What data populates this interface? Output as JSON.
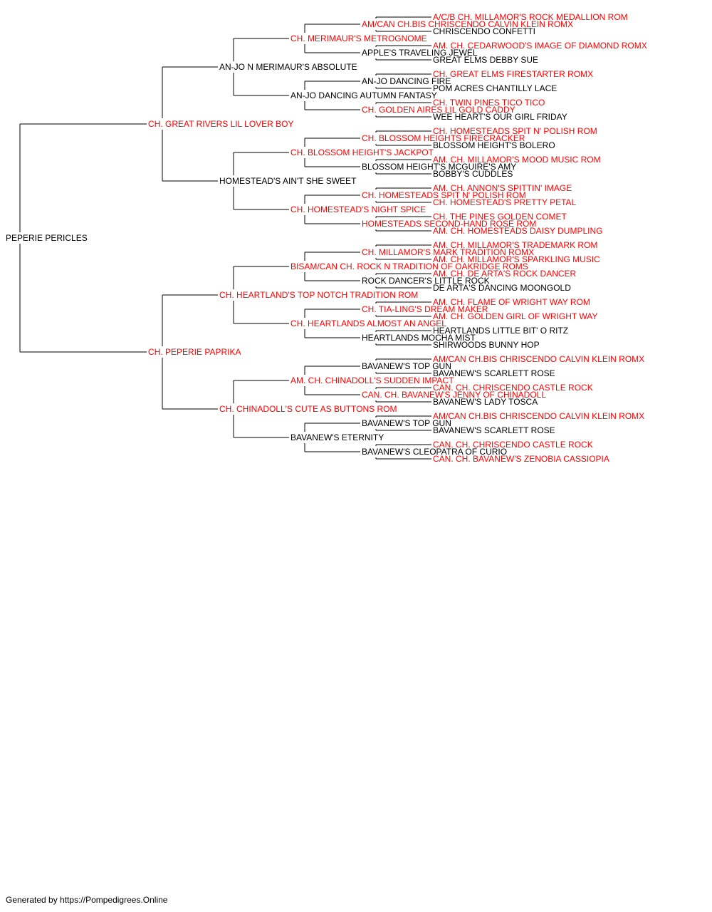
{
  "colors": {
    "champion": "#ff0000",
    "regular": "#000000",
    "line": "#000000"
  },
  "subject": {
    "name": "PEPERIE PERICLES",
    "champion": false
  },
  "pedigree": [
    {
      "name": "CH. GREAT RIVERS LIL LOVER BOY",
      "champion": true,
      "parents": [
        {
          "name": "AN-JO N MERIMAUR'S ABSOLUTE",
          "champion": false,
          "parents": [
            {
              "name": "CH. MERIMAUR'S METROGNOME",
              "champion": true,
              "parents": [
                {
                  "name": "AM/CAN CH.BIS CHRISCENDO CALVIN KLEIN ROMX",
                  "champion": true,
                  "parents": [
                    {
                      "name": "A/C/B CH. MILLAMOR'S ROCK MEDALLION ROM",
                      "champion": true
                    },
                    {
                      "name": "CHRISCENDO CONFETTI",
                      "champion": false
                    }
                  ]
                },
                {
                  "name": "APPLE'S TRAVELING JEWEL",
                  "champion": false,
                  "parents": [
                    {
                      "name": "AM. CH. CEDARWOOD'S IMAGE OF DIAMOND ROMX",
                      "champion": true
                    },
                    {
                      "name": "GREAT ELMS DEBBY SUE",
                      "champion": false
                    }
                  ]
                }
              ]
            },
            {
              "name": "AN-JO DANCING AUTUMN FANTASY",
              "champion": false,
              "parents": [
                {
                  "name": "AN-JO DANCING FIRE",
                  "champion": false,
                  "parents": [
                    {
                      "name": "CH. GREAT ELMS FIRESTARTER ROMX",
                      "champion": true
                    },
                    {
                      "name": "POM ACRES CHANTILLY LACE",
                      "champion": false
                    }
                  ]
                },
                {
                  "name": "CH. GOLDEN AIRES LIL GOLD CADDY",
                  "champion": true,
                  "parents": [
                    {
                      "name": "CH. TWIN PINES TICO TICO",
                      "champion": true
                    },
                    {
                      "name": "WEE HEART'S OUR GIRL FRIDAY",
                      "champion": false
                    }
                  ]
                }
              ]
            }
          ]
        },
        {
          "name": "HOMESTEAD'S AIN'T SHE SWEET",
          "champion": false,
          "parents": [
            {
              "name": "CH. BLOSSOM HEIGHT'S JACKPOT",
              "champion": true,
              "parents": [
                {
                  "name": "CH. BLOSSOM HEIGHTS FIRECRACKER",
                  "champion": true,
                  "parents": [
                    {
                      "name": "CH. HOMESTEADS SPIT N' POLISH ROM",
                      "champion": true
                    },
                    {
                      "name": "BLOSSOM HEIGHT'S BOLERO",
                      "champion": false
                    }
                  ]
                },
                {
                  "name": "BLOSSOM HEIGHT'S MCGUIRE'S AMY",
                  "champion": false,
                  "parents": [
                    {
                      "name": "AM. CH. MILLAMOR'S MOOD MUSIC ROM",
                      "champion": true
                    },
                    {
                      "name": "BOBBY'S CUDDLES",
                      "champion": false
                    }
                  ]
                }
              ]
            },
            {
              "name": "CH. HOMESTEAD'S NIGHT SPICE",
              "champion": true,
              "parents": [
                {
                  "name": "CH. HOMESTEADS SPIT N' POLISH ROM",
                  "champion": true,
                  "parents": [
                    {
                      "name": "AM. CH. ANNON'S SPITTIN' IMAGE",
                      "champion": true
                    },
                    {
                      "name": "CH. HOMESTEAD'S PRETTY PETAL",
                      "champion": true
                    }
                  ]
                },
                {
                  "name": "HOMESTEADS SECOND-HAND ROSE ROM",
                  "champion": true,
                  "parents": [
                    {
                      "name": "CH. THE PINES GOLDEN COMET",
                      "champion": true
                    },
                    {
                      "name": "AM. CH. HOMESTEADS DAISY DUMPLING",
                      "champion": true
                    }
                  ]
                }
              ]
            }
          ]
        }
      ]
    },
    {
      "name": "CH. PEPERIE PAPRIKA",
      "champion": true,
      "parents": [
        {
          "name": "CH. HEARTLAND'S TOP NOTCH TRADITION ROM",
          "champion": true,
          "parents": [
            {
              "name": "BISAM/CAN CH. ROCK N TRADITION OF OAKRIDGE ROMS",
              "champion": true,
              "parents": [
                {
                  "name": "CH. MILLAMOR'S MARK TRADITION ROMX",
                  "champion": true,
                  "parents": [
                    {
                      "name": "AM. CH. MILLAMOR'S TRADEMARK ROM",
                      "champion": true
                    },
                    {
                      "name": "AM. CH. MILLAMOR'S SPARKLING MUSIC",
                      "champion": true
                    }
                  ]
                },
                {
                  "name": "ROCK DANCER'S LITTLE ROCK",
                  "champion": false,
                  "parents": [
                    {
                      "name": "AM. CH. DE ARTA'S ROCK DANCER",
                      "champion": true
                    },
                    {
                      "name": "DE ARTA'S DANCING MOONGOLD",
                      "champion": false
                    }
                  ]
                }
              ]
            },
            {
              "name": "CH. HEARTLANDS ALMOST AN ANGEL",
              "champion": true,
              "parents": [
                {
                  "name": "CH. TIA-LING'S DREAM MAKER",
                  "champion": true,
                  "parents": [
                    {
                      "name": "AM. CH. FLAME OF WRIGHT WAY ROM",
                      "champion": true
                    },
                    {
                      "name": "AM. CH. GOLDEN GIRL OF WRIGHT WAY",
                      "champion": true
                    }
                  ]
                },
                {
                  "name": "HEARTLANDS MOCHA MIST",
                  "champion": false,
                  "parents": [
                    {
                      "name": "HEARTLANDS LITTLE BIT' O RITZ",
                      "champion": false
                    },
                    {
                      "name": "SHIRWOODS BUNNY HOP",
                      "champion": false
                    }
                  ]
                }
              ]
            }
          ]
        },
        {
          "name": "CH. CHINADOLL'S CUTE AS BUTTONS ROM",
          "champion": true,
          "parents": [
            {
              "name": "AM. CH. CHINADOLL'S SUDDEN IMPACT",
              "champion": true,
              "parents": [
                {
                  "name": "BAVANEW'S TOP GUN",
                  "champion": false,
                  "parents": [
                    {
                      "name": "AM/CAN CH.BIS CHRISCENDO CALVIN KLEIN ROMX",
                      "champion": true
                    },
                    {
                      "name": "BAVANEW'S SCARLETT ROSE",
                      "champion": false
                    }
                  ]
                },
                {
                  "name": "CAN. CH. BAVANEW'S JENNY OF CHINADOLL",
                  "champion": true,
                  "parents": [
                    {
                      "name": "CAN. CH. CHRISCENDO CASTLE ROCK",
                      "champion": true
                    },
                    {
                      "name": "BAVANEW'S LADY TOSCA",
                      "champion": false
                    }
                  ]
                }
              ]
            },
            {
              "name": "BAVANEW'S ETERNITY",
              "champion": false,
              "parents": [
                {
                  "name": "BAVANEW'S TOP GUN",
                  "champion": false,
                  "parents": [
                    {
                      "name": "AM/CAN CH.BIS CHRISCENDO CALVIN KLEIN ROMX",
                      "champion": true
                    },
                    {
                      "name": "BAVANEW'S SCARLETT ROSE",
                      "champion": false
                    }
                  ]
                },
                {
                  "name": "BAVANEW'S CLEOPATRA OF CURIO",
                  "champion": false,
                  "parents": [
                    {
                      "name": "CAN. CH. CHRISCENDO CASTLE ROCK",
                      "champion": true
                    },
                    {
                      "name": "CAN. CH. BAVANEW'S ZENOBIA CASSIOPIA",
                      "champion": true
                    }
                  ]
                }
              ]
            }
          ]
        }
      ]
    }
  ],
  "footer": {
    "text": "Generated by https://Pompedigrees.Online"
  }
}
